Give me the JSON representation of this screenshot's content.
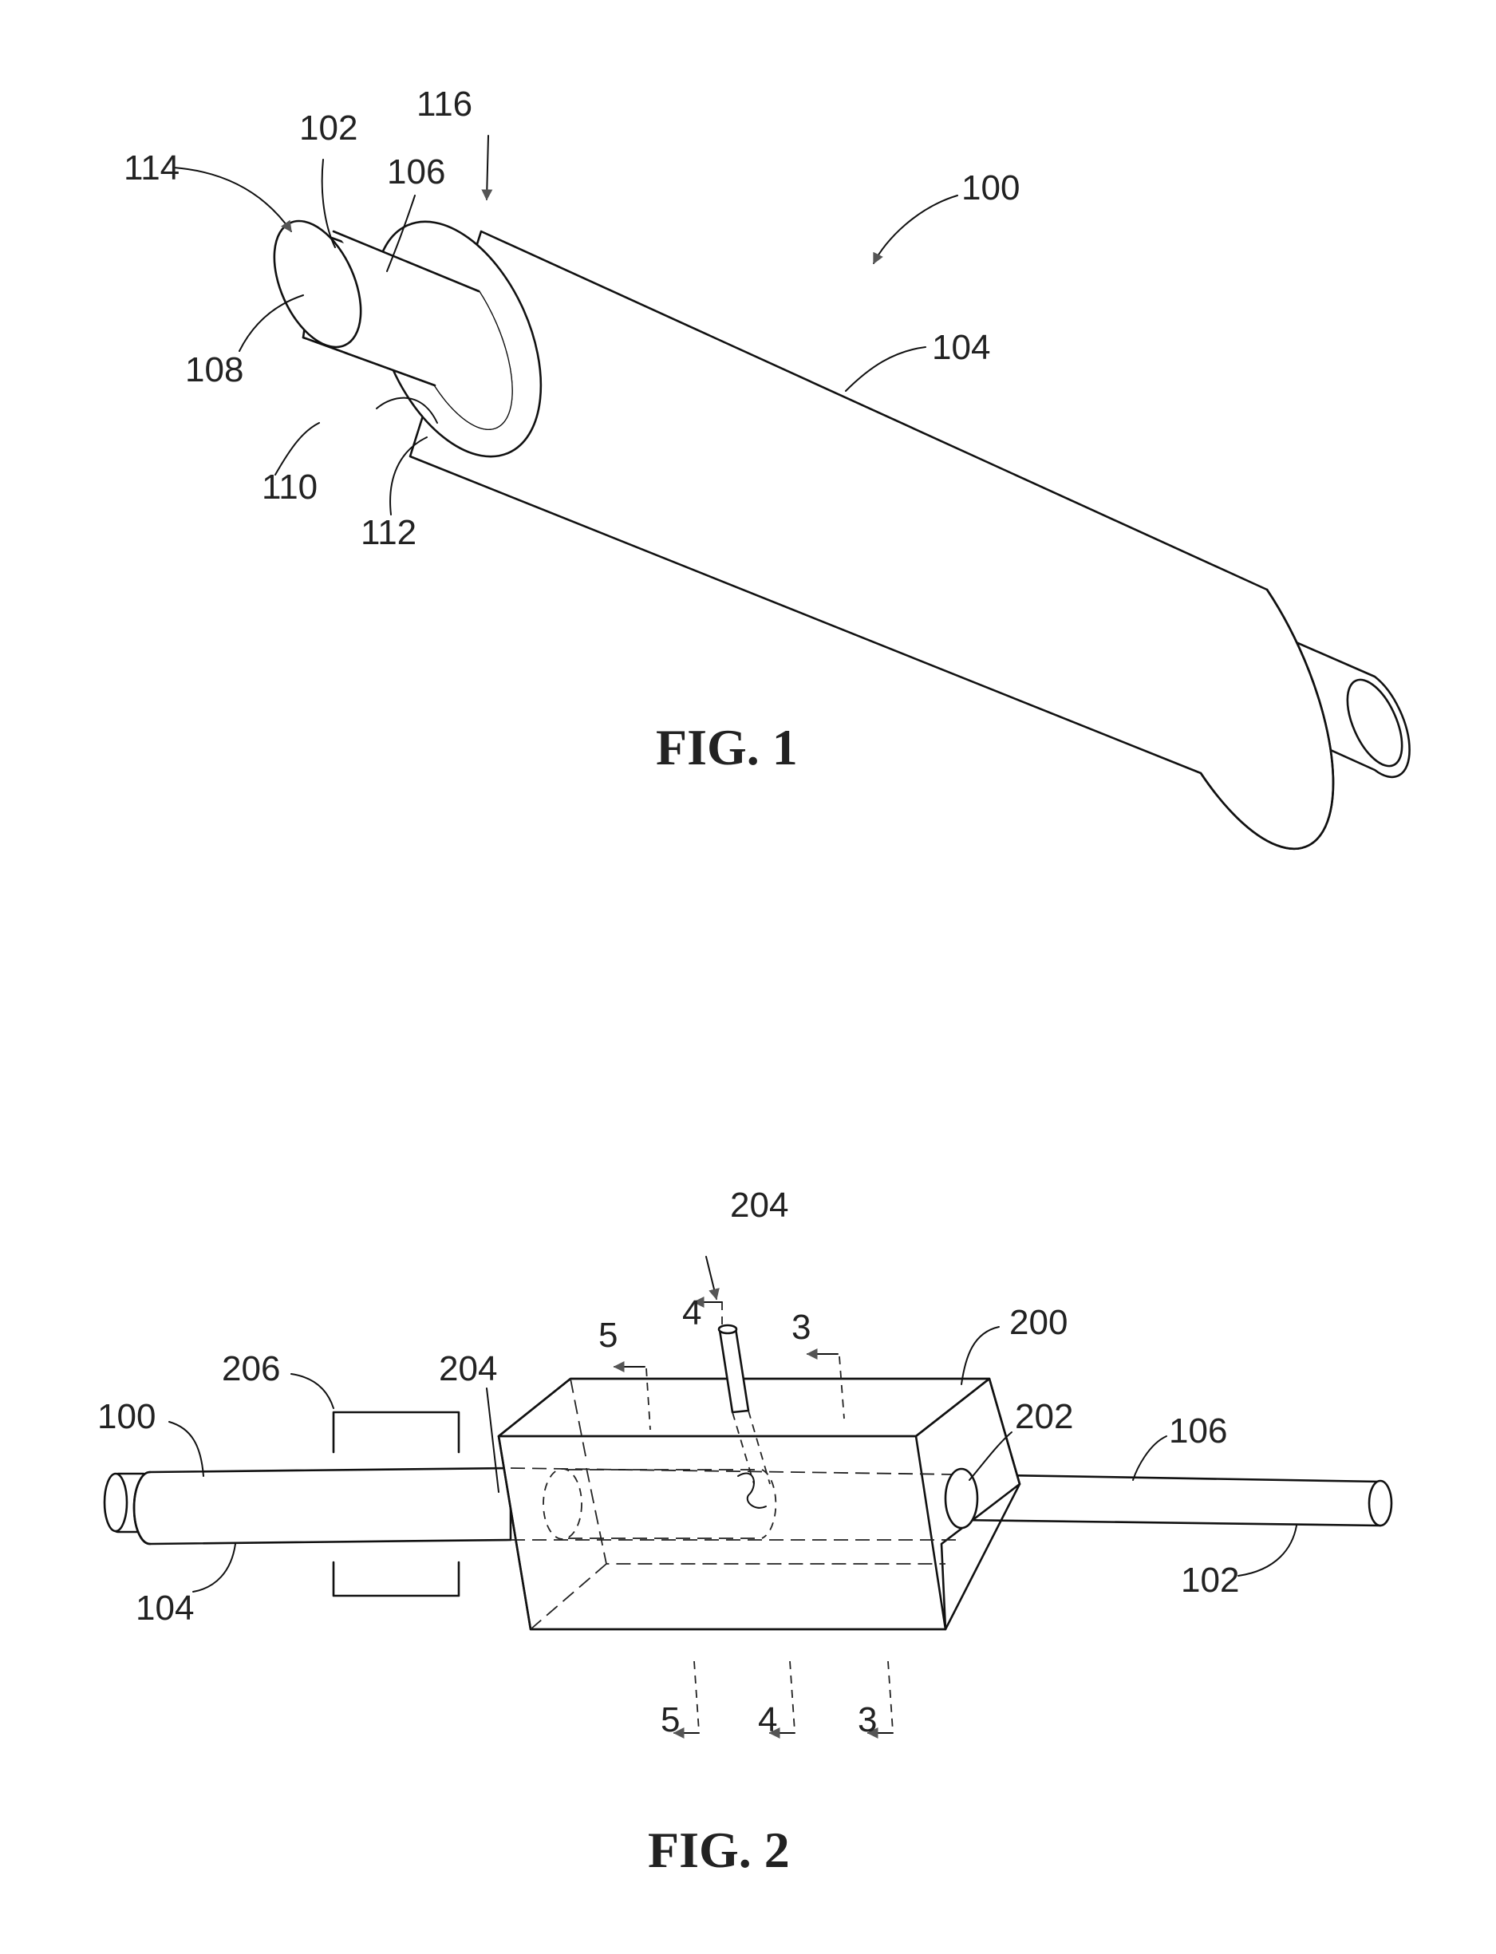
{
  "fig1": {
    "caption": "FIG. 1",
    "labels": {
      "l114": "114",
      "l102": "102",
      "l106": "106",
      "l116": "116",
      "l100": "100",
      "l108": "108",
      "l104": "104",
      "l110": "110",
      "l112": "112"
    }
  },
  "fig2": {
    "caption": "FIG. 2",
    "labels": {
      "l204_top": "204",
      "l4_top": "4",
      "l5_top": "5",
      "l3_top": "3",
      "l200": "200",
      "l206": "206",
      "l204_mid": "204",
      "l202": "202",
      "l100": "100",
      "l106": "106",
      "l104": "104",
      "l102": "102",
      "l5_bot": "5",
      "l4_bot": "4",
      "l3_bot": "3"
    }
  }
}
